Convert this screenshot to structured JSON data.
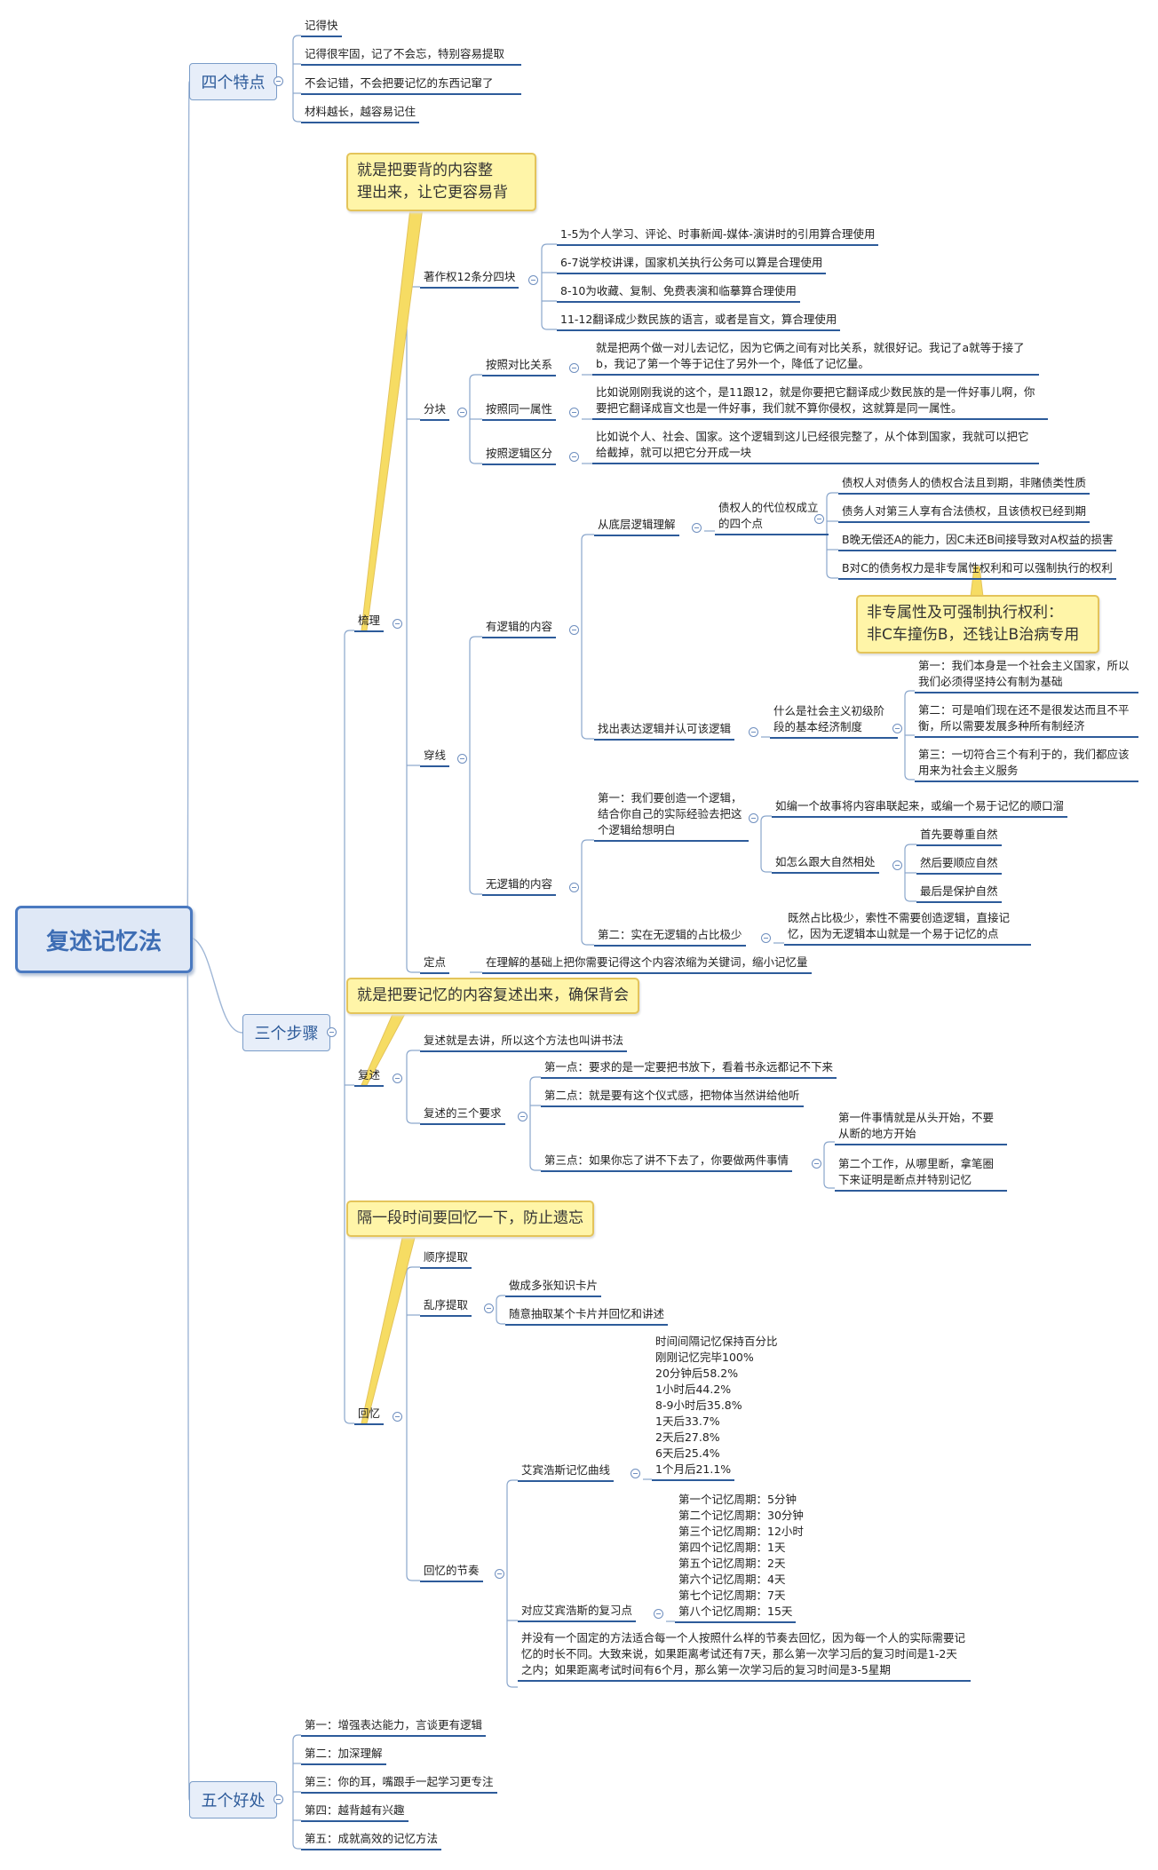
{
  "root": "复述记忆法",
  "branches": {
    "features": "四个特点",
    "steps": "三个步骤",
    "benefits": "五个好处"
  },
  "features": [
    "记得快",
    "记得很牢固，记了不会忘，特别容易提取",
    "不会记错，不会把要记忆的东西记窜了",
    "材料越长，越容易记住"
  ],
  "callouts": {
    "organize": "就是把要背的内容整\n理出来，让它更容易背",
    "obligation": "非专属性及可强制执行权利：\n非C车撞伤B，还钱让B治病专用",
    "retell": "就是把要记忆的内容复述出来，确保背会",
    "recall": "隔一段时间要回忆一下，防止遗忘"
  },
  "organize": {
    "label": "梳理",
    "copyright": {
      "label": "著作权12条分四块",
      "items": [
        "1-5为个人学习、评论、时事新闻-媒体-演讲时的引用算合理使用",
        "6-7说学校讲课，国家机关执行公务可以算是合理使用",
        "8-10为收藏、复制、免费表演和临摹算合理使用",
        "11-12翻译成少数民族的语言，或者是盲文，算合理使用"
      ]
    },
    "chunk": {
      "label": "分块",
      "contrast": {
        "label": "按照对比关系",
        "text": "就是把两个做一对儿去记忆，因为它俩之间有对比关系，就很好记。我记了a就等于接了b，我记了第一个等于记住了另外一个，降低了记忆量。"
      },
      "same": {
        "label": "按照同一属性",
        "text": "比如说刚刚我说的这个，是11跟12，就是你要把它翻译成少数民族的是一件好事儿啊，你要把它翻译成盲文也是一件好事，我们就不算你侵权，这就算是同一属性。"
      },
      "logic": {
        "label": "按照逻辑区分",
        "text": "比如说个人、社会、国家。这个逻辑到这儿已经很完整了，从个体到国家，我就可以把它给截掉，就可以把它分开成一块"
      }
    },
    "thread": {
      "label": "穿线",
      "logical": {
        "label": "有逻辑的内容",
        "bottom": {
          "label": "从底层逻辑理解",
          "creditor": "债权人的代位权成立的四个点",
          "items": [
            "债权人对债务人的债权合法且到期，非赌债类性质",
            "债务人对第三人享有合法债权，且该债权已经到期",
            "B晚无偿还A的能力，因C未还B间接导致对A权益的损害",
            "B对C的债务权力是非专属性权利和可以强制执行的权利"
          ]
        },
        "find": {
          "label": "找出表达逻辑并认可该逻辑",
          "system": "什么是社会主义初级阶段的基本经济制度",
          "items": [
            "第一：我们本身是一个社会主义国家，所以我们必须得坚持公有制为基础",
            "第二：可是咱们现在还不是很发达而且不平衡，所以需要发展多种所有制经济",
            "第三：一切符合三个有利于的，我们都应该用来为社会主义服务"
          ]
        }
      },
      "illogical": {
        "label": "无逻辑的内容",
        "first": {
          "label": "第一：我们要创造一个逻辑，结合你自己的实际经验去把这个逻辑给想明白",
          "story": "如编一个故事将内容串联起来，或编一个易于记忆的顺口溜",
          "nature": "如怎么跟大自然相处",
          "nature_items": [
            "首先要尊重自然",
            "然后要顺应自然",
            "最后是保护自然"
          ]
        },
        "second": {
          "label": "第二：实在无逻辑的占比极少",
          "text": "既然占比极少，索性不需要创造逻辑，直接记忆，因为无逻辑本山就是一个易于记忆的点"
        }
      }
    },
    "fix": {
      "label": "定点",
      "text": "在理解的基础上把你需要记得这个内容浓缩为关键词，缩小记忆量"
    }
  },
  "retell": {
    "label": "复述",
    "define": "复述就是去讲，所以这个方法也叫讲书法",
    "req": {
      "label": "复述的三个要求",
      "p1": "第一点：要求的是一定要把书放下，看着书永远都记不下来",
      "p2": "第二点：就是要有这个仪式感，把物体当然讲给他听",
      "p3": "第三点：如果你忘了讲不下去了，你要做两件事情",
      "p3a": "第一件事情就是从头开始，不要从断的地方开始",
      "p3b": "第二个工作，从哪里断，拿笔圈下来证明是断点并特别记忆"
    }
  },
  "recall": {
    "label": "回忆",
    "seq": "顺序提取",
    "random": {
      "label": "乱序提取",
      "items": [
        "做成多张知识卡片",
        "随意抽取某个卡片并回忆和讲述"
      ]
    },
    "rhythm": {
      "label": "回忆的节奏",
      "curve": {
        "label": "艾宾浩斯记忆曲线",
        "lines": [
          "时间间隔记忆保持百分比",
          "刚刚记忆完毕100%",
          "20分钟后58.2%",
          "1小时后44.2%",
          "8-9小时后35.8%",
          "1天后33.7%",
          "2天后27.8%",
          "6天后25.4%",
          "1个月后21.1%"
        ]
      },
      "review": {
        "label": "对应艾宾浩斯的复习点",
        "lines": [
          "第一个记忆周期：5分钟",
          "第二个记忆周期：30分钟",
          "第三个记忆周期：12小时",
          "第四个记忆周期：1天",
          "第五个记忆周期：2天",
          "第六个记忆周期：4天",
          "第七个记忆周期：7天",
          "第八个记忆周期：15天"
        ]
      },
      "note": "并没有一个固定的方法适合每一个人按照什么样的节奏去回忆，因为每一个人的实际需要记忆的时长不同。大致来说，如果距离考试还有7天，那么第一次学习后的复习时间是1-2天之内；如果距离考试时间有6个月，那么第一次学习后的复习时间是3-5星期"
    }
  },
  "benefits": [
    "第一：增强表达能力，言谈更有逻辑",
    "第二：加深理解",
    "第三：你的耳，嘴跟手一起学习更专注",
    "第四：越背越有兴趣",
    "第五：成就高效的记忆方法"
  ]
}
